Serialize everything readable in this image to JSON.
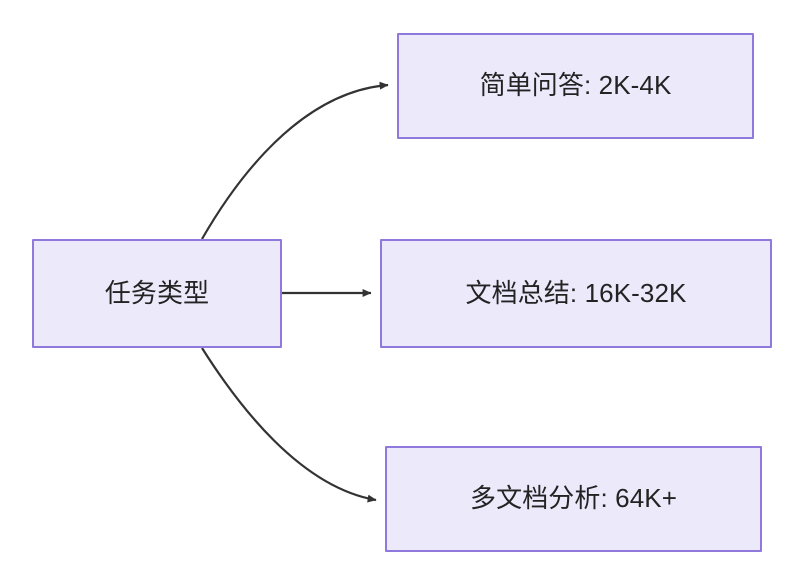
{
  "diagram": {
    "type": "flowchart",
    "direction": "left-to-right",
    "background_color": "#ffffff",
    "node_fill_color": "#ece9fb",
    "node_border_color": "#9079dd",
    "node_text_color": "#232323",
    "edge_color": "#333333",
    "nodes": [
      {
        "id": "root",
        "label": "任务类型",
        "role": "root"
      },
      {
        "id": "simple-qa",
        "label": "简单问答: 2K-4K",
        "role": "leaf"
      },
      {
        "id": "doc-summary",
        "label": "文档总结: 16K-32K",
        "role": "leaf"
      },
      {
        "id": "multidoc",
        "label": "多文档分析: 64K+",
        "role": "leaf"
      }
    ],
    "edges": [
      {
        "id": "edge-root-simple-qa",
        "from": "任务类型",
        "to": "简单问答: 2K-4K",
        "style": "curved",
        "arrowhead": "solid-triangle"
      },
      {
        "id": "edge-root-doc-summary",
        "from": "任务类型",
        "to": "文档总结: 16K-32K",
        "style": "straight",
        "arrowhead": "solid-triangle"
      },
      {
        "id": "edge-root-multidoc",
        "from": "任务类型",
        "to": "多文档分析: 64K+",
        "style": "curved",
        "arrowhead": "solid-triangle"
      }
    ]
  }
}
